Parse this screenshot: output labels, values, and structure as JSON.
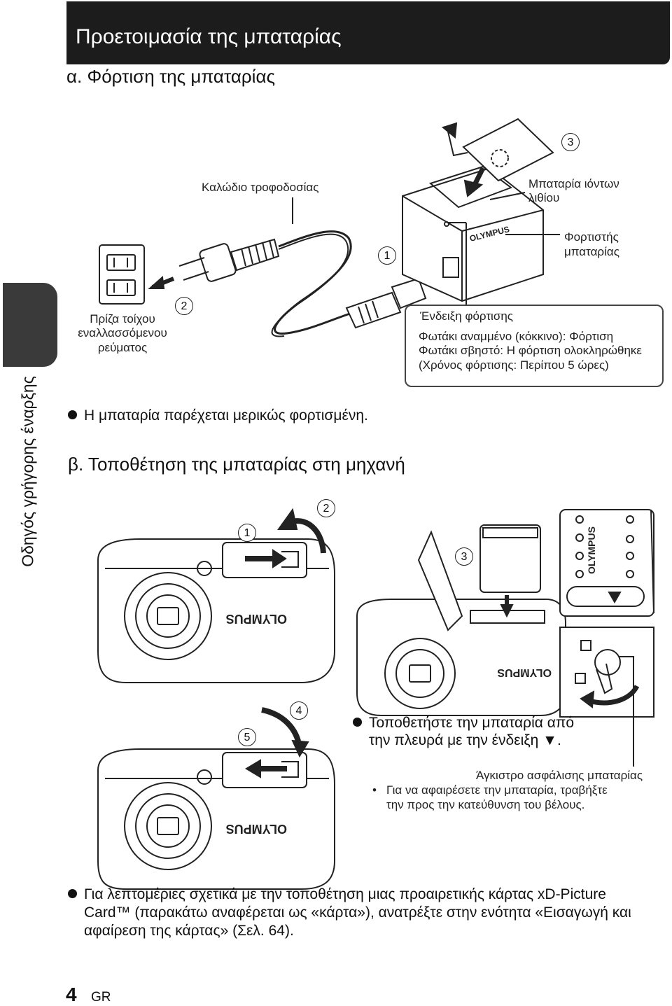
{
  "header": {
    "title": "Προετοιμασία της μπαταρίας"
  },
  "section_a": {
    "title": "α.  Φόρτιση της μπαταρίας"
  },
  "section_b": {
    "title": "β.  Τοποθέτηση της μπαταρίας στη μηχανή"
  },
  "side_tab": {
    "label": "Οδηγός γρήγορης έναρξης"
  },
  "labels": {
    "power_cable": "Καλώδιο τροφοδοσίας",
    "li_ion_battery_1": "Μπαταρία ιόντων",
    "li_ion_battery_2": "λιθίου",
    "charger_1": "Φορτιστής",
    "charger_2": "μπαταρίας",
    "wall_outlet_1": "Πρίζα τοίχου",
    "wall_outlet_2": "εναλλασσόμενου",
    "wall_outlet_3": "ρεύματος",
    "lock_knob": "Άγκιστρο ασφάλισης μπαταρίας"
  },
  "steps": {
    "s1": "1",
    "s2": "2",
    "s3": "3",
    "s4": "4",
    "s5": "5"
  },
  "charge_box": {
    "heading": "Ένδειξη φόρτισης",
    "line1": "Φωτάκι αναμμένο (κόκκινο): Φόρτιση",
    "line2": "Φωτάκι σβηστό: Η φόρτιση ολοκληρώθηκε",
    "line3": "(Χρόνος φόρτισης: Περίπου 5 ώρες)"
  },
  "notes": {
    "partially_charged": "Η μπαταρία παρέχεται μερικώς φορτισμένη.",
    "insert_side_1": "Τοποθετήστε την μπαταρία από",
    "insert_side_2": "την πλευρά με την ένδειξη ▼.",
    "remove_1": "Για να αφαιρέσετε την μπαταρία, τραβήξτε",
    "remove_2": "την προς την κατεύθυνση του βέλους.",
    "card_1": "Για λεπτομέριες σχετικά με την τοποθέτηση μιας προαιρετικής κάρτας xD-Picture",
    "card_2": "Card™ (παρακάτω αναφέρεται ως «κάρτα»), ανατρέξτε στην ενότητα «Εισαγωγή και",
    "card_3": "αφαίρεση της κάρτας» (Σελ. 64)."
  },
  "brand": {
    "logo": "OLYMPUS"
  },
  "footer": {
    "page_number": "4",
    "lang": "GR"
  }
}
